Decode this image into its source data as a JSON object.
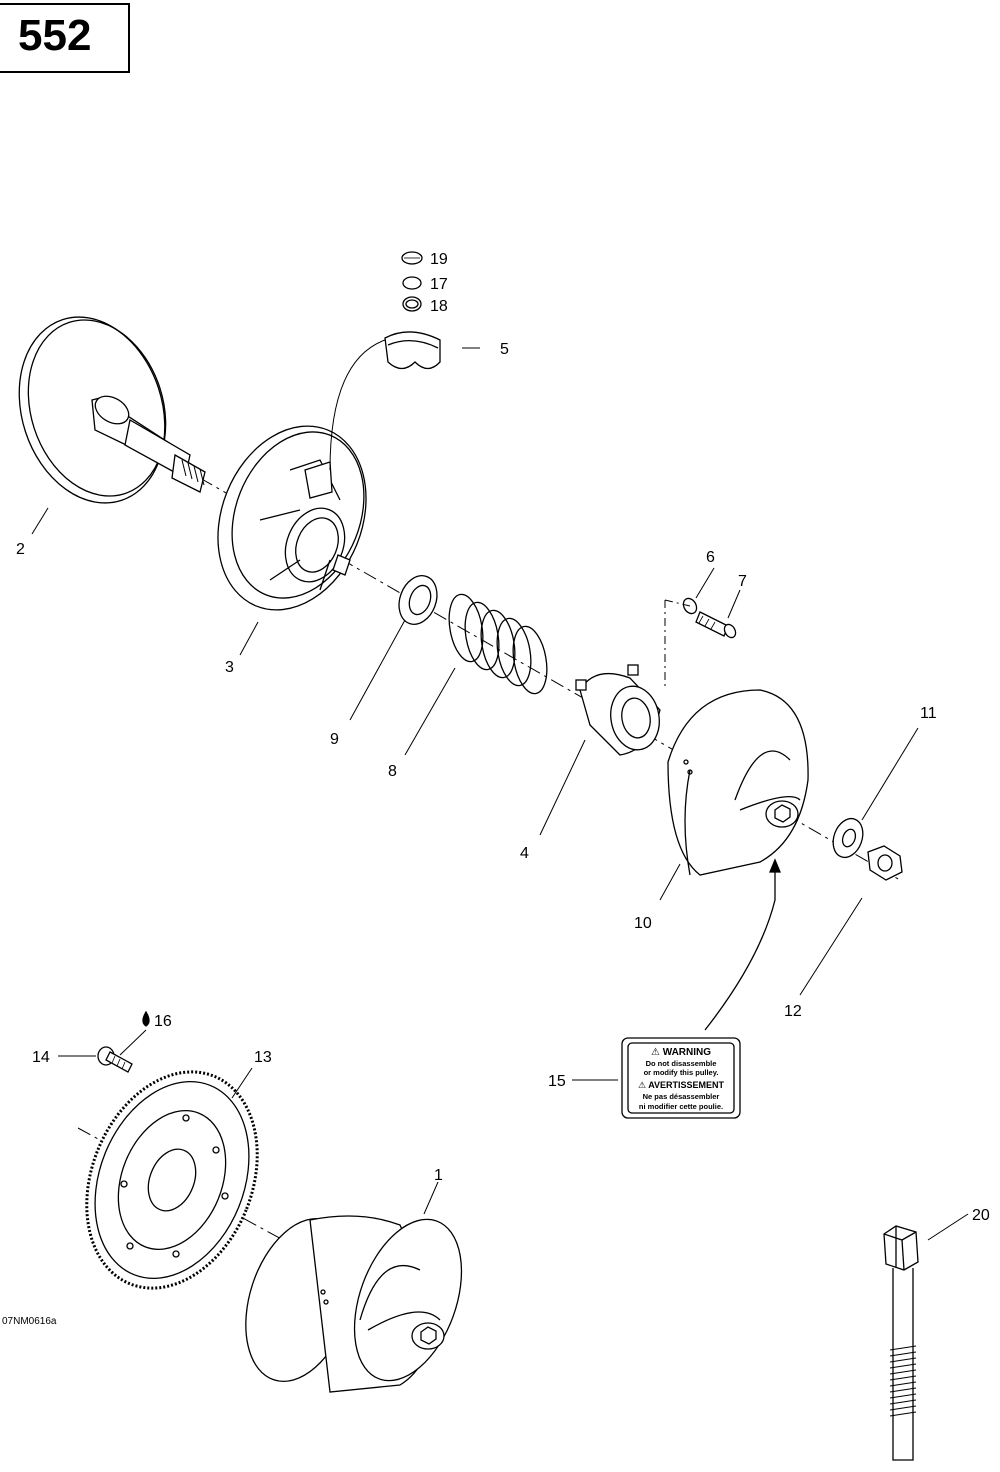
{
  "page": {
    "number": "552",
    "drawing_code": "07NM0616a"
  },
  "callouts": [
    "1",
    "2",
    "3",
    "4",
    "5",
    "6",
    "7",
    "8",
    "9",
    "10",
    "11",
    "12",
    "13",
    "14",
    "15",
    "16",
    "17",
    "18",
    "19",
    "20"
  ],
  "decal": {
    "warning_en": "⚠ WARNING",
    "text_en_1": "Do not disassemble",
    "text_en_2": "or modify this pulley.",
    "warning_fr": "⚠ AVERTISSEMENT",
    "text_fr_1": "Ne pas désassembler",
    "text_fr_2": "ni modifier cette poulie."
  },
  "icons": {
    "lubricant": "oil-drop-icon"
  }
}
